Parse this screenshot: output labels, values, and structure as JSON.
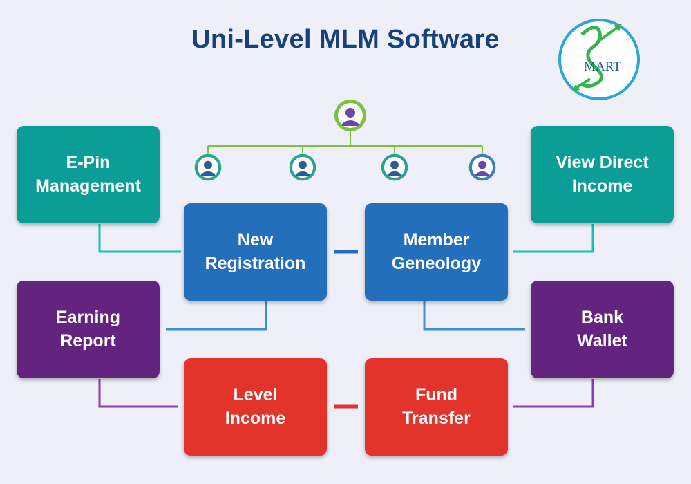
{
  "title": "Uni-Level MLM Software",
  "logo": {
    "text": "MART",
    "icon": "smart-logo-icon"
  },
  "colors": {
    "title": "#17417a",
    "teal": "#0b9e96",
    "blue": "#236fbc",
    "purple": "#652380",
    "red": "#e3342c",
    "tree_line": "#7cc142"
  },
  "boxes": {
    "epin": "E-Pin\nManagement",
    "view_direct": "View Direct\nIncome",
    "new_registration": "New\nRegistration",
    "member_geneology": "Member\nGeneology",
    "earning_report": "Earning\nReport",
    "bank_wallet": "Bank\nWallet",
    "level_income": "Level\nIncome",
    "fund_transfer": "Fund\nTransfer"
  },
  "tree": {
    "root_icon": "user-icon",
    "children_icons": [
      "user-icon",
      "user-icon",
      "user-icon",
      "user-icon"
    ]
  }
}
